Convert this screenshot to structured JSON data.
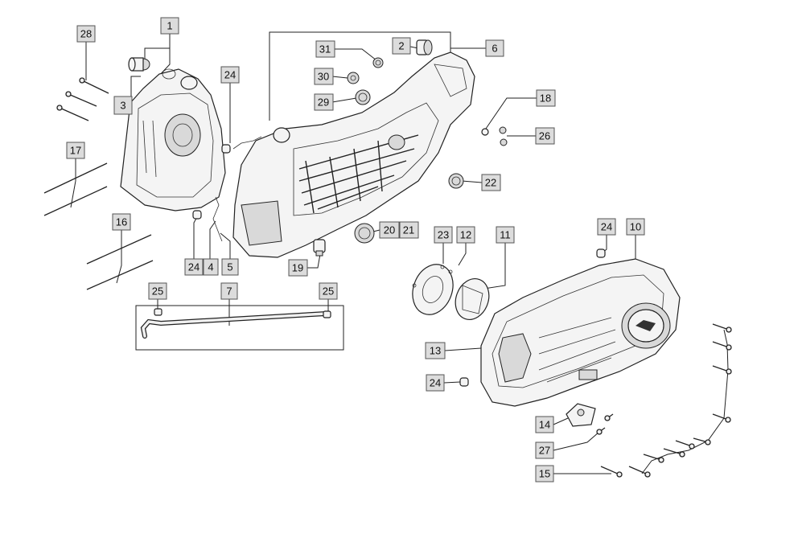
{
  "diagram": {
    "labels": [
      {
        "id": "28",
        "text": "28"
      },
      {
        "id": "1",
        "text": "1"
      },
      {
        "id": "3",
        "text": "3"
      },
      {
        "id": "17",
        "text": "17"
      },
      {
        "id": "16",
        "text": "16"
      },
      {
        "id": "24a",
        "text": "24"
      },
      {
        "id": "24b",
        "text": "24"
      },
      {
        "id": "4",
        "text": "4"
      },
      {
        "id": "5",
        "text": "5"
      },
      {
        "id": "25a",
        "text": "25"
      },
      {
        "id": "7",
        "text": "7"
      },
      {
        "id": "25b",
        "text": "25"
      },
      {
        "id": "31",
        "text": "31"
      },
      {
        "id": "2",
        "text": "2"
      },
      {
        "id": "6",
        "text": "6"
      },
      {
        "id": "30",
        "text": "30"
      },
      {
        "id": "29",
        "text": "29"
      },
      {
        "id": "18",
        "text": "18"
      },
      {
        "id": "26",
        "text": "26"
      },
      {
        "id": "22",
        "text": "22"
      },
      {
        "id": "20",
        "text": "20"
      },
      {
        "id": "21",
        "text": "21"
      },
      {
        "id": "19",
        "text": "19"
      },
      {
        "id": "23",
        "text": "23"
      },
      {
        "id": "12",
        "text": "12"
      },
      {
        "id": "11",
        "text": "11"
      },
      {
        "id": "24c",
        "text": "24"
      },
      {
        "id": "10",
        "text": "10"
      },
      {
        "id": "13",
        "text": "13"
      },
      {
        "id": "24d",
        "text": "24"
      },
      {
        "id": "14",
        "text": "14"
      },
      {
        "id": "27",
        "text": "27"
      },
      {
        "id": "15",
        "text": "15"
      }
    ]
  }
}
